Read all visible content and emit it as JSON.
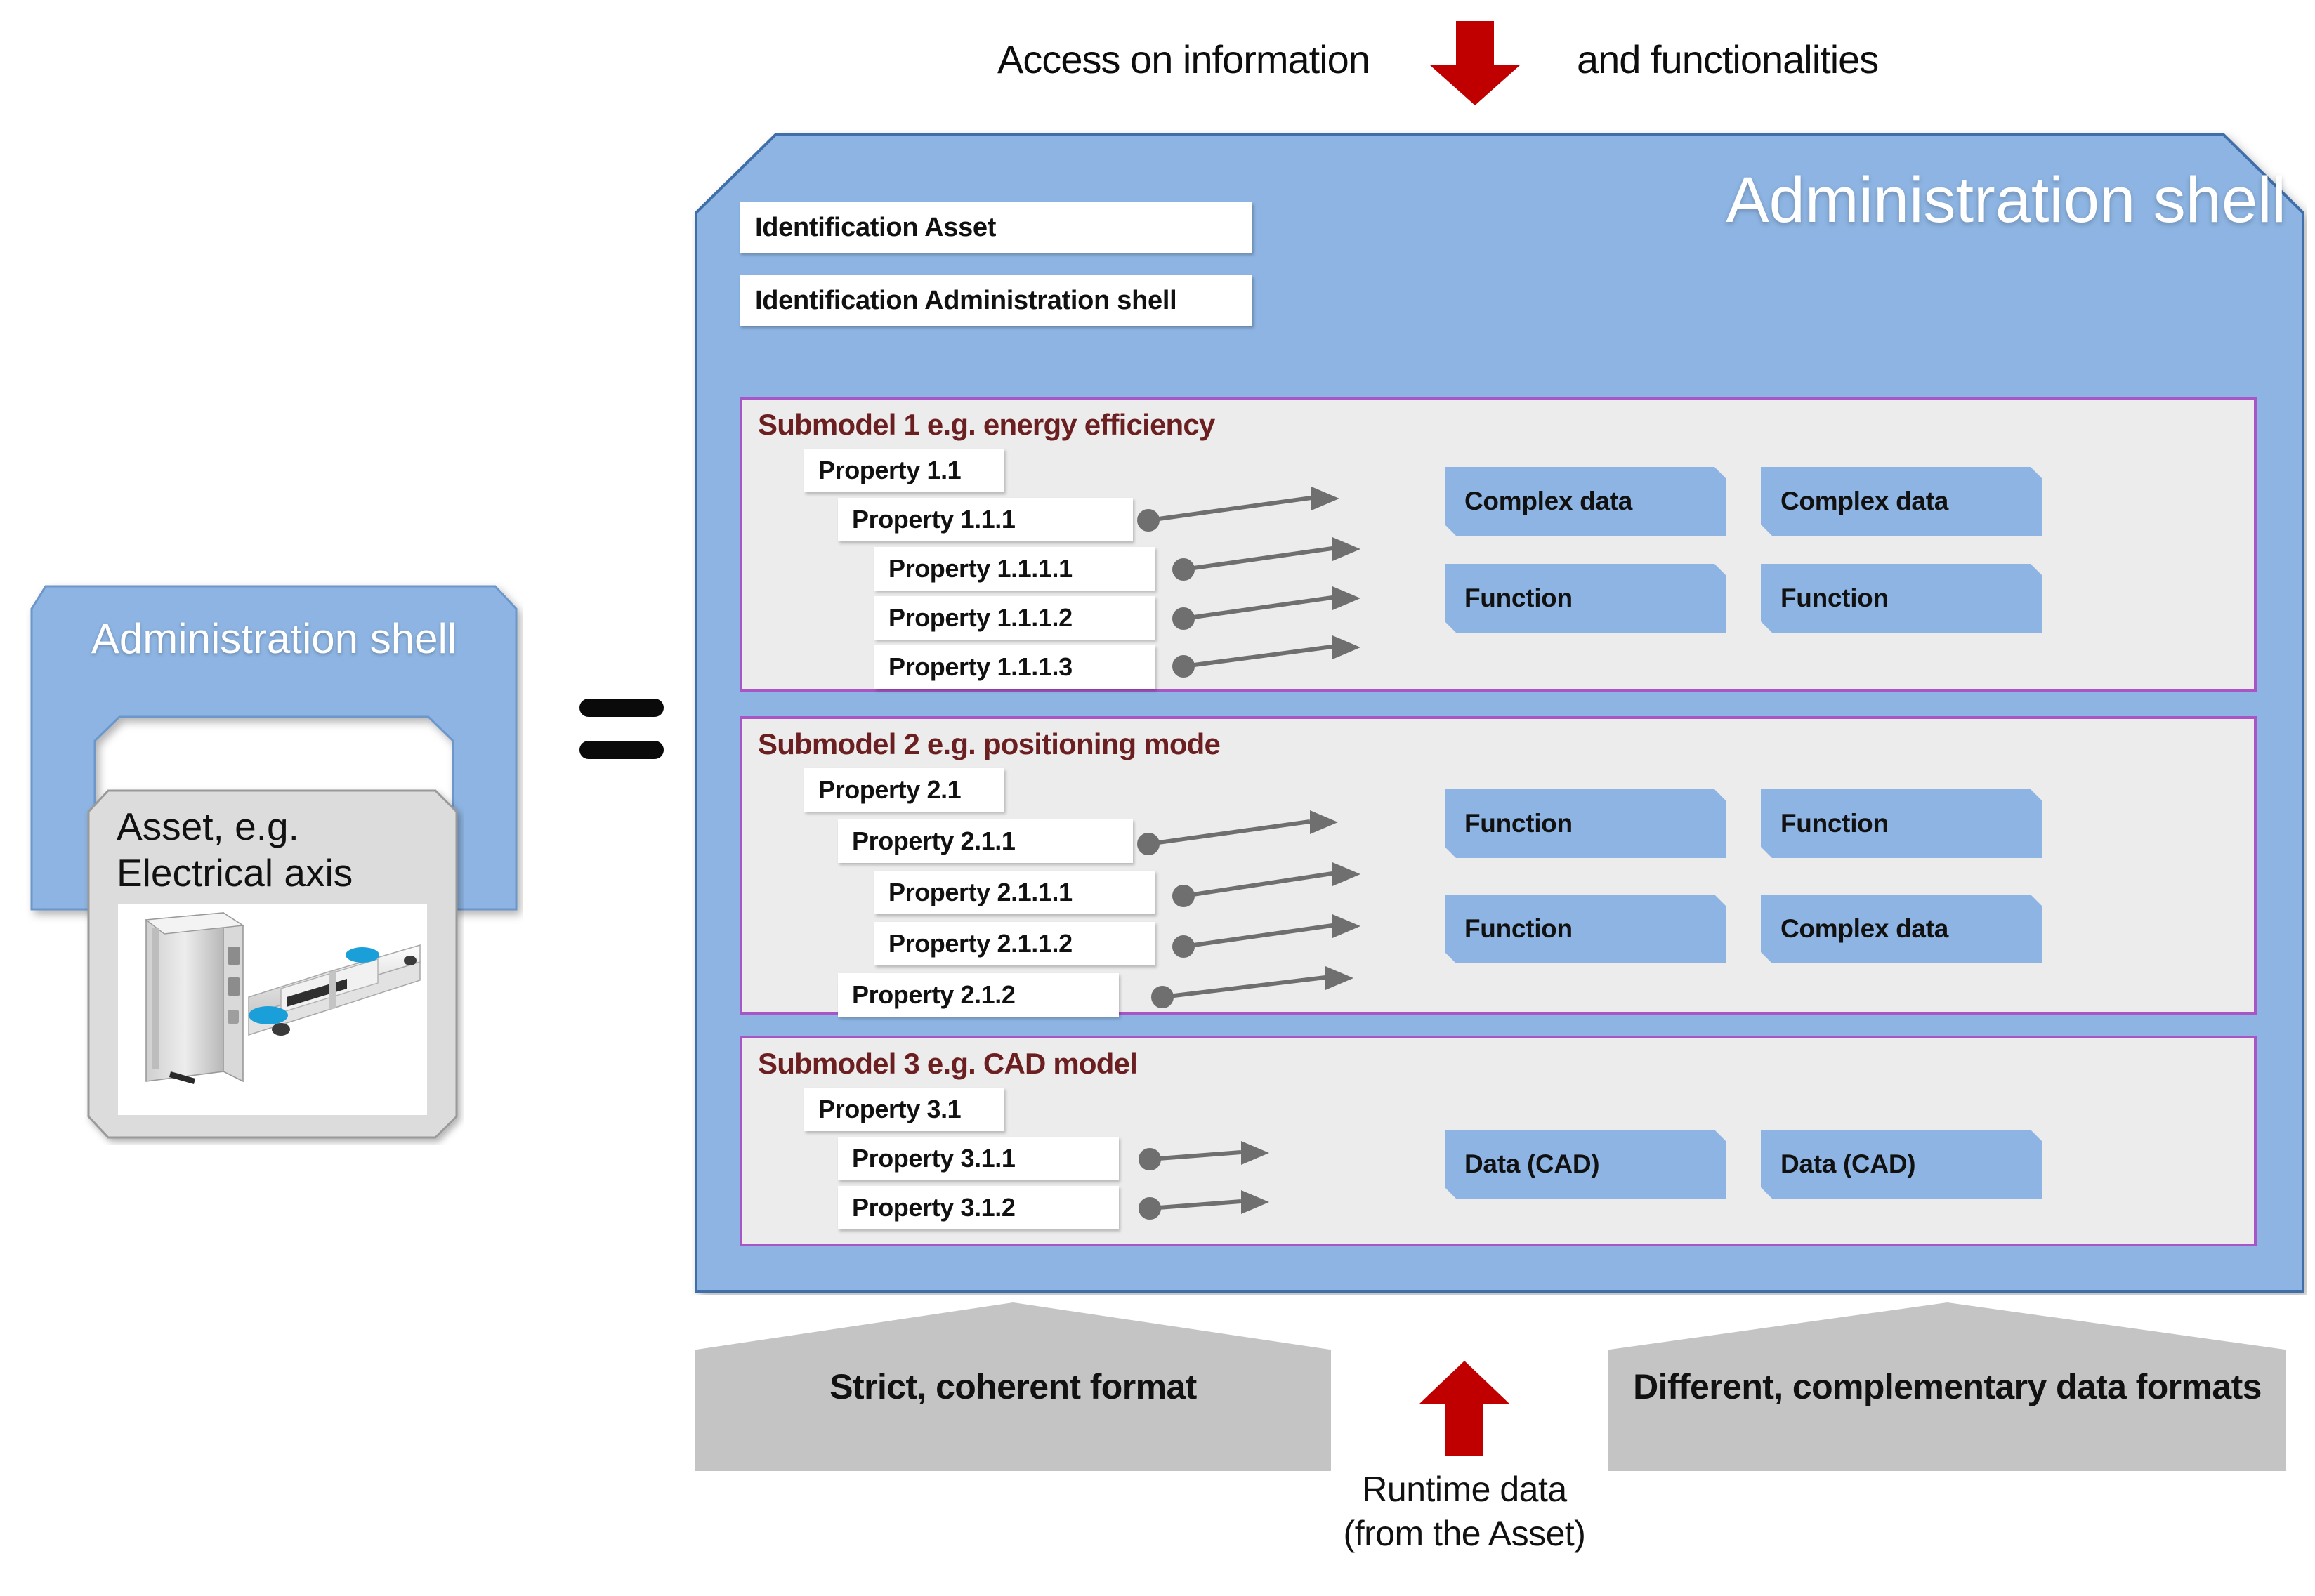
{
  "top_caption": {
    "left_text": "Access on information",
    "right_text": "and functionalities",
    "arrow_icon": "red-arrow-down-icon"
  },
  "left_shell": {
    "label": "Administration shell",
    "asset": {
      "label_line1": "Asset, e.g.",
      "label_line2": "Electrical axis",
      "photo_alt": "electrical-axis-product-photo"
    }
  },
  "equals": {
    "symbol": "="
  },
  "main_shell": {
    "title": "Administration shell",
    "identification": [
      {
        "label": "Identification Asset"
      },
      {
        "label": "Identification Administration shell"
      }
    ],
    "submodels": [
      {
        "title": "Submodel 1 e.g. energy efficiency",
        "properties": [
          {
            "label": "Property 1.1",
            "indent": 0,
            "connector": false
          },
          {
            "label": "Property 1.1.1",
            "indent": 1,
            "connector": true
          },
          {
            "label": "Property 1.1.1.1",
            "indent": 2,
            "connector": true
          },
          {
            "label": "Property 1.1.1.2",
            "indent": 2,
            "connector": true
          },
          {
            "label": "Property 1.1.1.3",
            "indent": 2,
            "connector": true
          }
        ],
        "data_boxes": [
          {
            "label": "Complex data",
            "col": 0,
            "row": 0
          },
          {
            "label": "Complex data",
            "col": 1,
            "row": 0
          },
          {
            "label": "Function",
            "col": 0,
            "row": 1
          },
          {
            "label": "Function",
            "col": 1,
            "row": 1
          }
        ]
      },
      {
        "title": "Submodel 2 e.g. positioning mode",
        "properties": [
          {
            "label": "Property 2.1",
            "indent": 0,
            "connector": false
          },
          {
            "label": "Property 2.1.1",
            "indent": 1,
            "connector": true
          },
          {
            "label": "Property 2.1.1.1",
            "indent": 2,
            "connector": true
          },
          {
            "label": "Property 2.1.1.2",
            "indent": 2,
            "connector": true
          },
          {
            "label": "Property 2.1.2",
            "indent": 1,
            "connector": true
          }
        ],
        "data_boxes": [
          {
            "label": "Function",
            "col": 0,
            "row": 0
          },
          {
            "label": "Function",
            "col": 1,
            "row": 0
          },
          {
            "label": "Function",
            "col": 0,
            "row": 1
          },
          {
            "label": "Complex data",
            "col": 1,
            "row": 1
          }
        ]
      },
      {
        "title": "Submodel 3 e.g. CAD model",
        "properties": [
          {
            "label": "Property 3.1",
            "indent": 0,
            "connector": false
          },
          {
            "label": "Property 3.1.1",
            "indent": 1,
            "connector": true
          },
          {
            "label": "Property 3.1.2",
            "indent": 1,
            "connector": true
          }
        ],
        "data_boxes": [
          {
            "label": "Data (CAD)",
            "col": 0,
            "row": 0
          },
          {
            "label": "Data (CAD)",
            "col": 1,
            "row": 0
          }
        ]
      }
    ]
  },
  "bottom": {
    "left_banner": "Strict, coherent format",
    "right_banner": "Different, complementary data formats",
    "arrow_icon": "red-arrow-up-icon",
    "runtime_line1": "Runtime data",
    "runtime_line2": "(from the Asset)"
  },
  "colors": {
    "shell_blue": "#8db4e2",
    "shell_blue_border": "#3f6ea8",
    "submodel_bg": "#ececec",
    "submodel_border": "#a855c6",
    "submodel_title": "#6b1f20",
    "banner_grey": "#c4c4c4",
    "red_arrow": "#c00000",
    "connector_grey": "#6f6f6f"
  }
}
